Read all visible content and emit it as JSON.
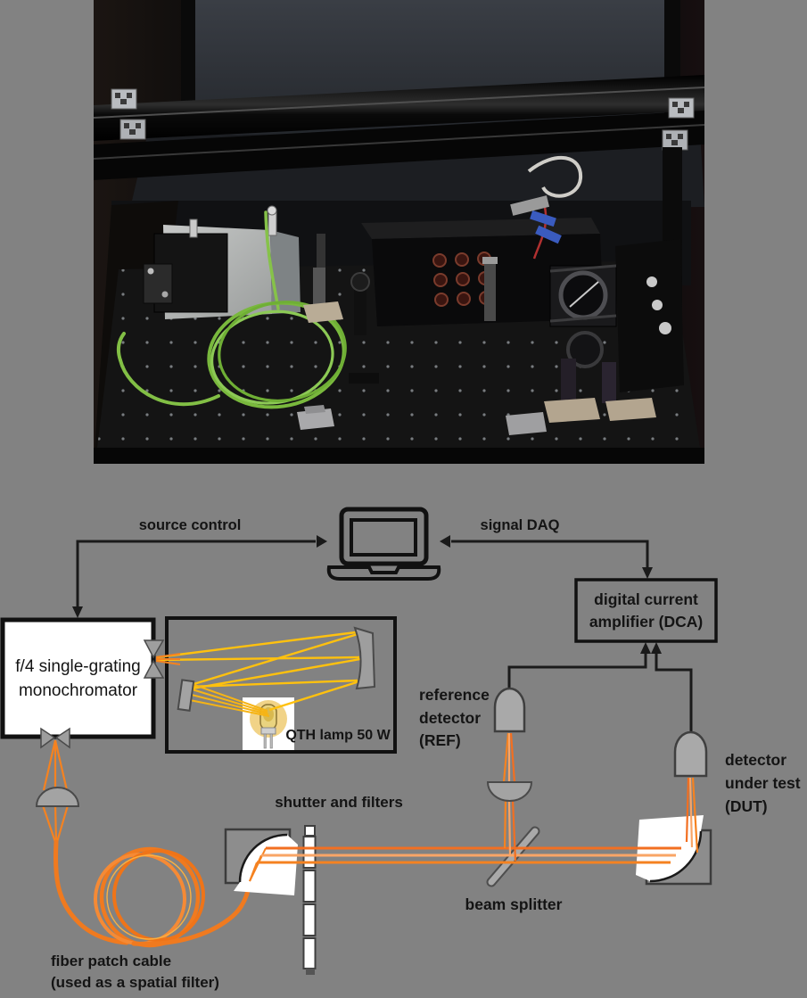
{
  "background_color": "#828282",
  "photo": {
    "alt": "photograph of the measurement setup on a black optical breadboard inside a dark enclosure"
  },
  "diagram": {
    "colors": {
      "beam_orange": "#F58220",
      "beam_orange_light": "#F9A566",
      "beam_yellow": "#FFC10E",
      "optic_gray": "#A3A3A3",
      "line_black": "#1A1A1A"
    },
    "labels": {
      "source_control": "source control",
      "signal_daq": "signal DAQ",
      "dca_line1": "digital current",
      "dca_line2": "amplifier (DCA)",
      "mono_line1": "f/4 single-grating",
      "mono_line2": "monochromator",
      "qth_lamp": "QTH lamp 50 W",
      "ref_line1": "reference",
      "ref_line2": "detector",
      "ref_line3": "(REF)",
      "dut_line1": "detector",
      "dut_line2": "under test",
      "dut_line3": "(DUT)",
      "shutter_filters": "shutter and filters",
      "beam_splitter": "beam splitter",
      "fiber_line1": "fiber patch cable",
      "fiber_line2": "(used as a spatial filter)"
    }
  }
}
